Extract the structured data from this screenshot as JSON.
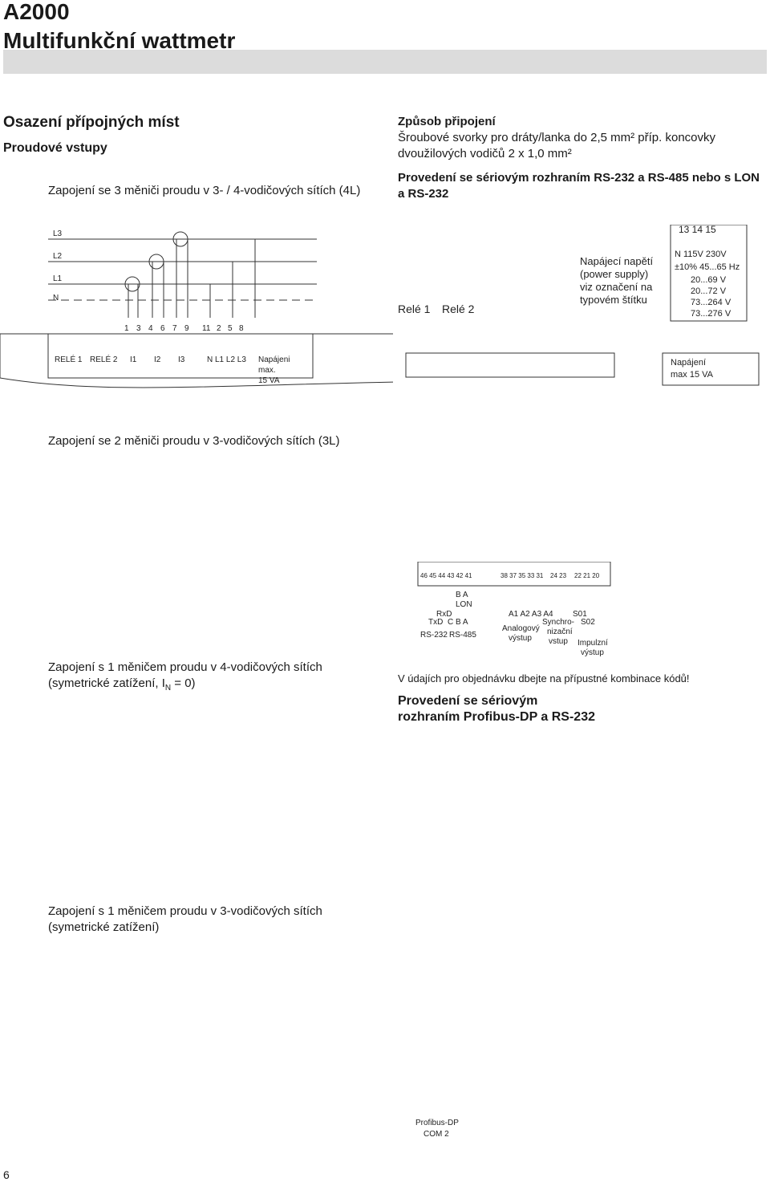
{
  "header": {
    "model": "A2000",
    "title": "Multifunkční wattmetr"
  },
  "left": {
    "section_title": "Osazení přípojných míst",
    "section_sub": "Proudové vstupy",
    "diag1_caption": "Zapojení se 3 měniči proudu v 3- / 4-vodičových sítích (4L)",
    "diag2_caption": "Zapojení se 2 měniči proudu v 3-vodičových sítích (3L)",
    "diag3_caption": "Zapojení s 1 měničem proudu v 4-vodičových sítích (symetrické zatížení, I",
    "diag3_caption_sub": "N",
    "diag3_caption_end": " = 0)",
    "diag4_caption": "Zapojení s 1 měničem proudu v 3-vodičových sítích (symetrické zatížení)"
  },
  "right": {
    "conn_title": "Způsob připojení",
    "conn_text": "Šroubové svorky pro dráty/lanka do 2,5 mm² příp. koncovky dvoužilových vodičů 2 x 1,0 mm²",
    "variant1_title": "Provedení se sériovým rozhraním RS-232 a RS-485 nebo s LON a RS-232",
    "order_note": "V údajích pro objednávku dbejte na přípustné kombinace kódů!",
    "variant2_title": "Provedení se sériovým rozhraním Profibus-DP a RS-232"
  },
  "labels": {
    "lines": [
      "L3",
      "L2",
      "L1",
      "N"
    ],
    "terminals_4L": [
      "1",
      "3",
      "4",
      "6",
      "7",
      "9",
      "11",
      "2",
      "5",
      "8"
    ],
    "block_names": [
      "RELÉ 1",
      "RELÉ 2",
      "I1",
      "I2",
      "I3",
      "N L1 L2 L3"
    ],
    "supply_small": [
      "Napájeni",
      "max.",
      "15 VA"
    ],
    "rele1": "Relé 1",
    "rele2": "Relé 2",
    "supply_heading": [
      "Napájecí napětí",
      "(power supply)",
      "viz označení na",
      "typovém štítku"
    ],
    "supply_terms": "13  14  15",
    "voltage_table": [
      "N  115V 230V",
      "±10% 45...65 Hz",
      "20...69 V",
      "20...72 V",
      "73...264 V",
      "73...276 V"
    ],
    "supply_box": [
      "Napájení",
      "max 15 VA"
    ],
    "bottom_terms_1": "46 45 44 43 42 41",
    "bottom_terms_2": "38 37 35 33 31",
    "bottom_terms_3": "24 23",
    "bottom_terms_4": "22 21 20",
    "iface_labels": [
      "RxD",
      "TxD",
      "RS-232",
      "B  A",
      "LON",
      "C  B  A",
      "RS-485",
      "A1 A2 A3 A4",
      "Analogový",
      "výstup",
      "Synchro-",
      "nizační",
      "vstup",
      "S01",
      "S02",
      "Impulzní",
      "výstup"
    ],
    "profibus": [
      "Profibus-DP",
      "COM 2"
    ],
    "page_number": "6"
  }
}
